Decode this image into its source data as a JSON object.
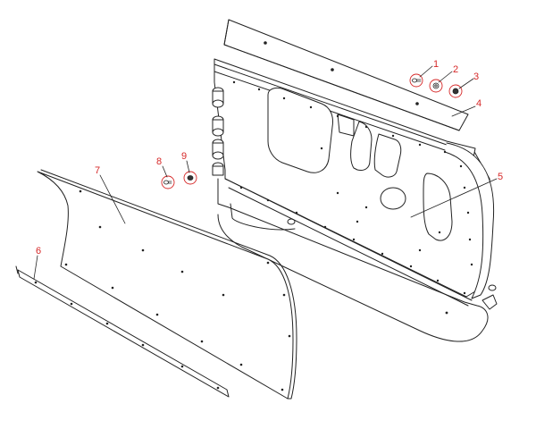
{
  "diagram": {
    "kind": "exploded-parts-view",
    "line_color": "#222222",
    "accent_color": "#d62828",
    "callouts": [
      {
        "id": "c1",
        "label": "1",
        "part": "bolt"
      },
      {
        "id": "c2",
        "label": "2",
        "part": "washer"
      },
      {
        "id": "c3",
        "label": "3",
        "part": "nut"
      },
      {
        "id": "c4",
        "label": "4",
        "part": "top-wear-strip"
      },
      {
        "id": "c5",
        "label": "5",
        "part": "blade-frame"
      },
      {
        "id": "c6",
        "label": "6",
        "part": "bottom-cutting-edge"
      },
      {
        "id": "c7",
        "label": "7",
        "part": "moldboard"
      },
      {
        "id": "c8",
        "label": "8",
        "part": "bolt"
      },
      {
        "id": "c9",
        "label": "9",
        "part": "nut"
      }
    ]
  }
}
